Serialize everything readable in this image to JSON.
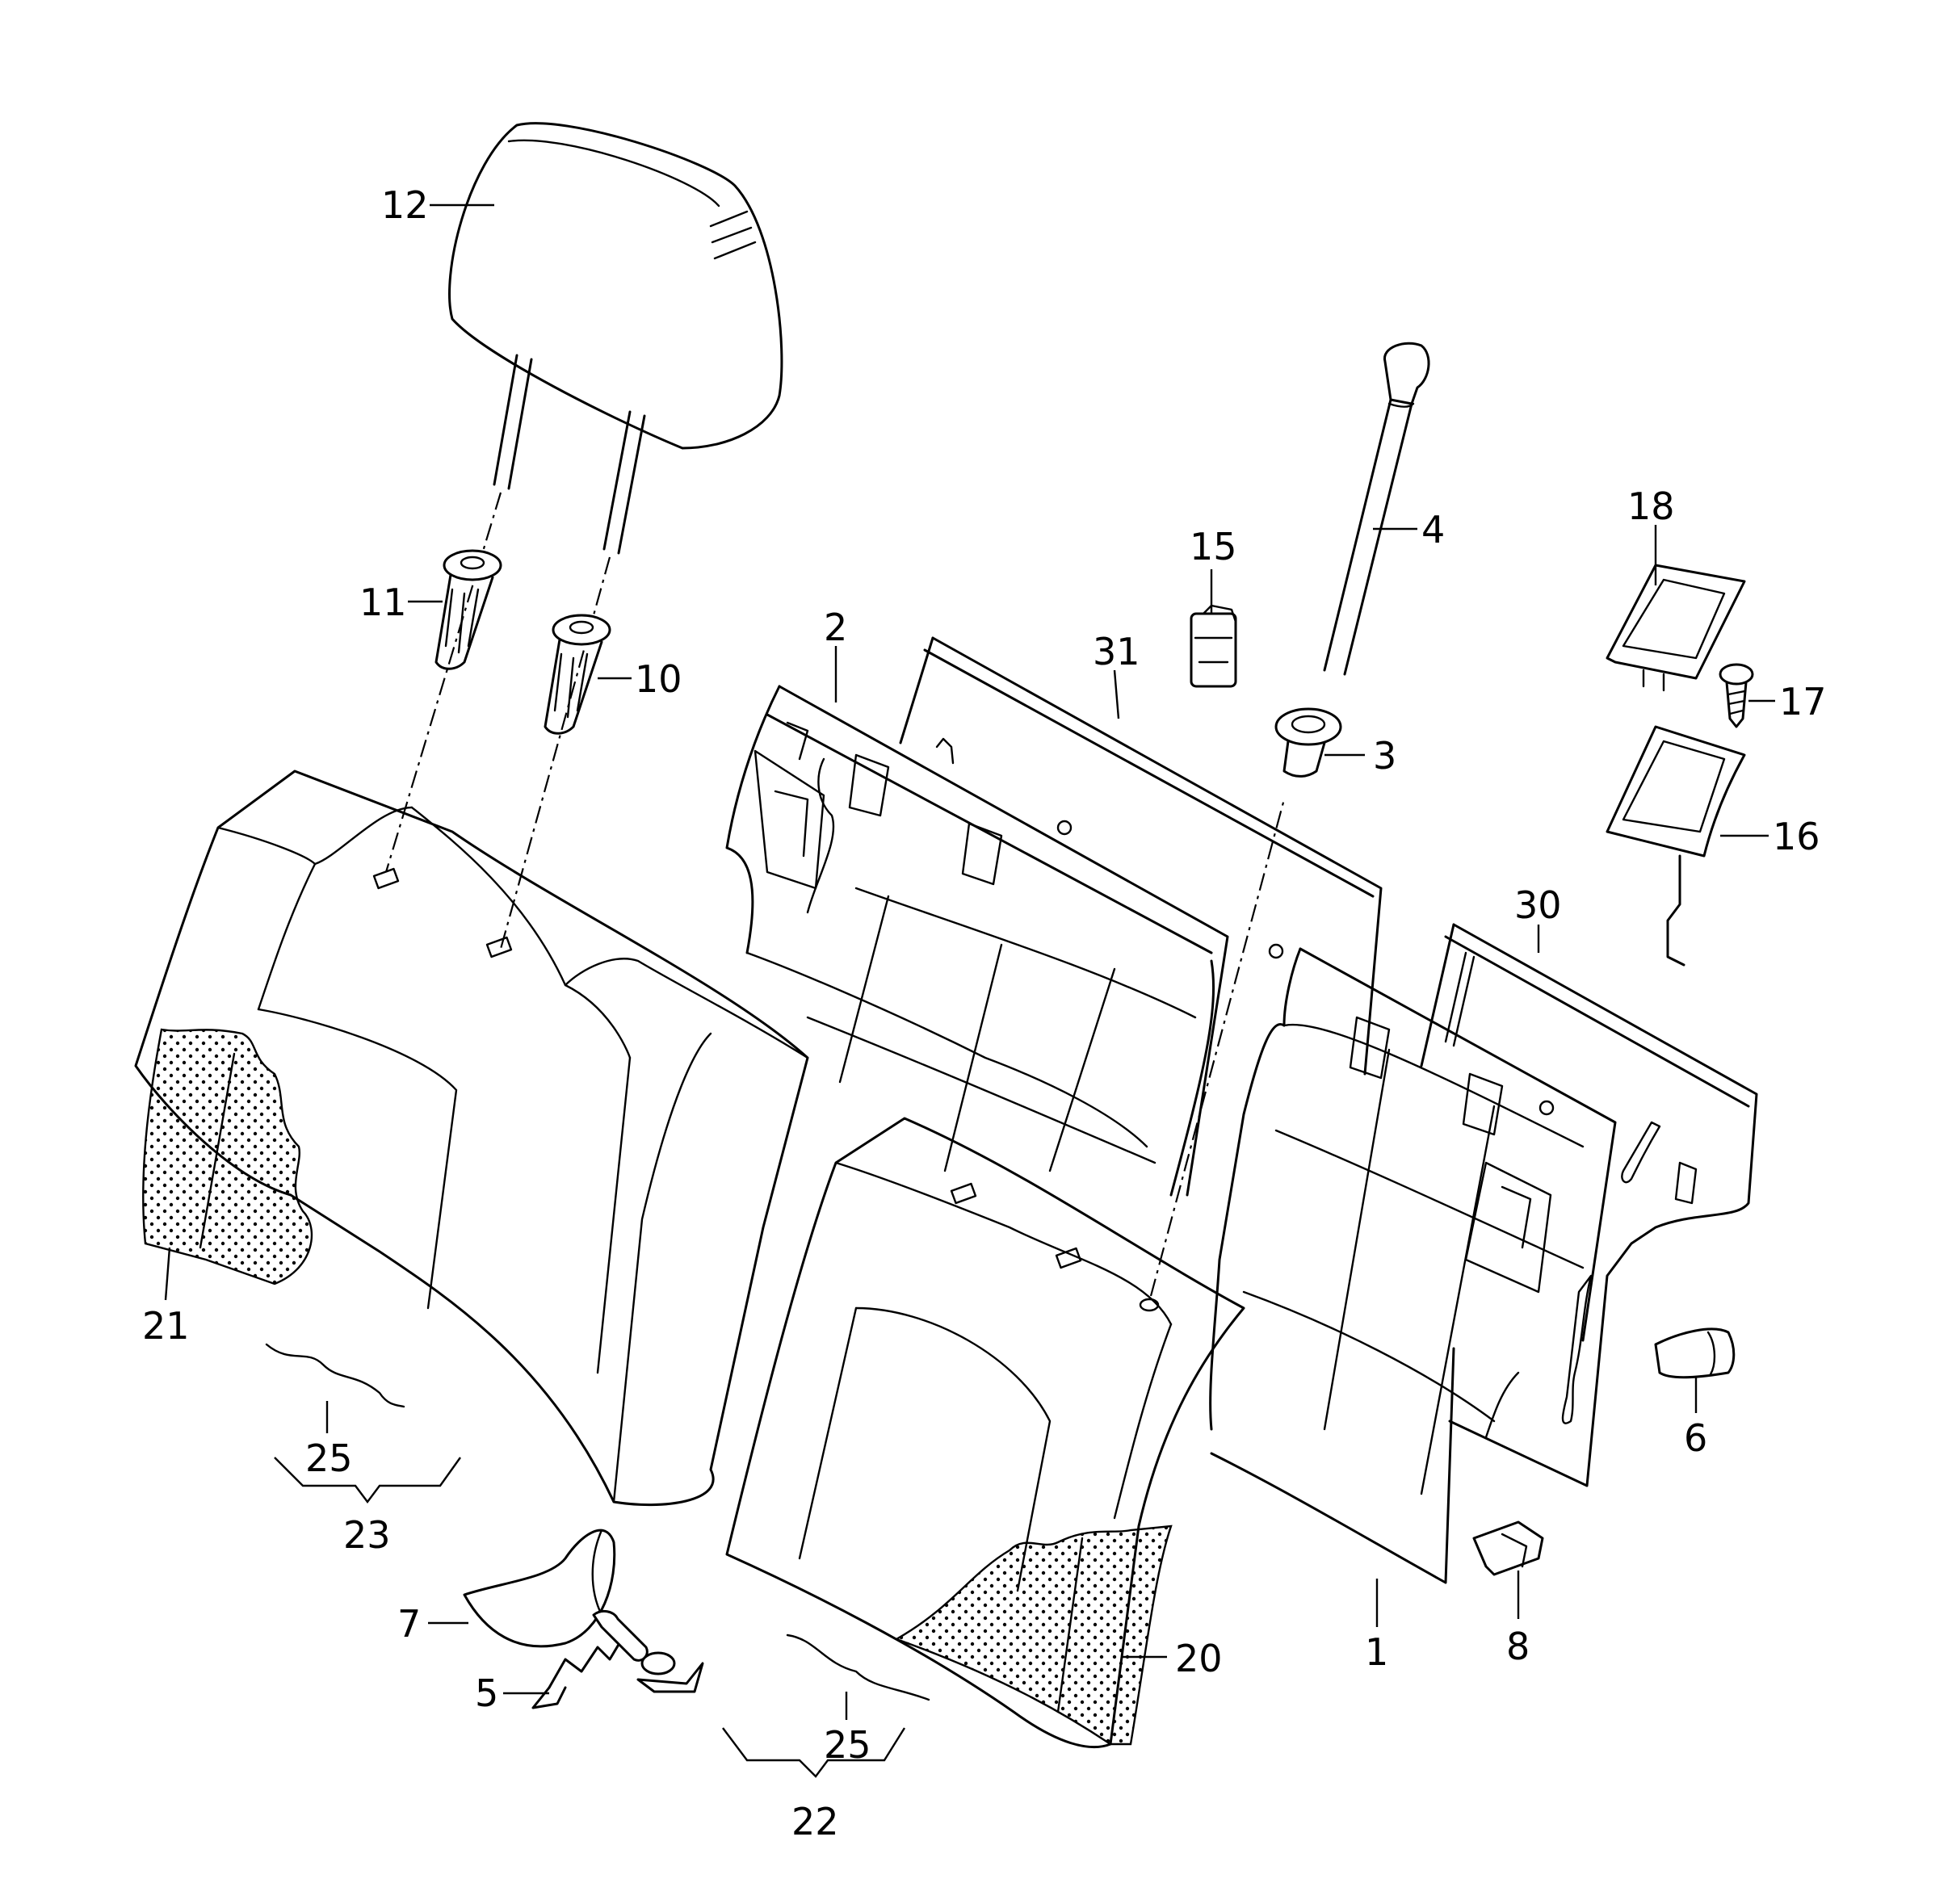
{
  "callouts": {
    "c1": "1",
    "c2": "2",
    "c3": "3",
    "c4": "4",
    "c5": "5",
    "c6": "6",
    "c7": "7",
    "c8": "8",
    "c10": "10",
    "c11": "11",
    "c12": "12",
    "c15": "15",
    "c16": "16",
    "c17": "17",
    "c18": "18",
    "c20": "20",
    "c21": "21",
    "c22": "22",
    "c23": "23",
    "c25a": "25",
    "c25b": "25",
    "c30": "30",
    "c31": "31"
  }
}
